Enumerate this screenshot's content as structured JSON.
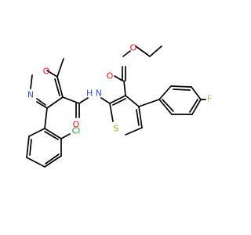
{
  "atoms": {
    "o_ester_carbonyl": {
      "text": "O",
      "color": "#ff0d0d"
    },
    "o_ester": {
      "text": "O",
      "color": "#ff0d0d"
    },
    "nh_amide": {
      "text": "H N",
      "color": "#3050f8"
    },
    "o_isoxazole": {
      "text": "O",
      "color": "#ff0d0d"
    },
    "n_isoxazole": {
      "text": "N",
      "color": "#3050f8"
    },
    "o_amide": {
      "text": "O",
      "color": "#ff0d0d"
    },
    "s_thiophene": {
      "text": "S",
      "color": "#c8a000"
    },
    "f": {
      "text": "F",
      "color": "#90e050"
    },
    "cl": {
      "text": "Cl",
      "color": "#1fa01f"
    }
  }
}
